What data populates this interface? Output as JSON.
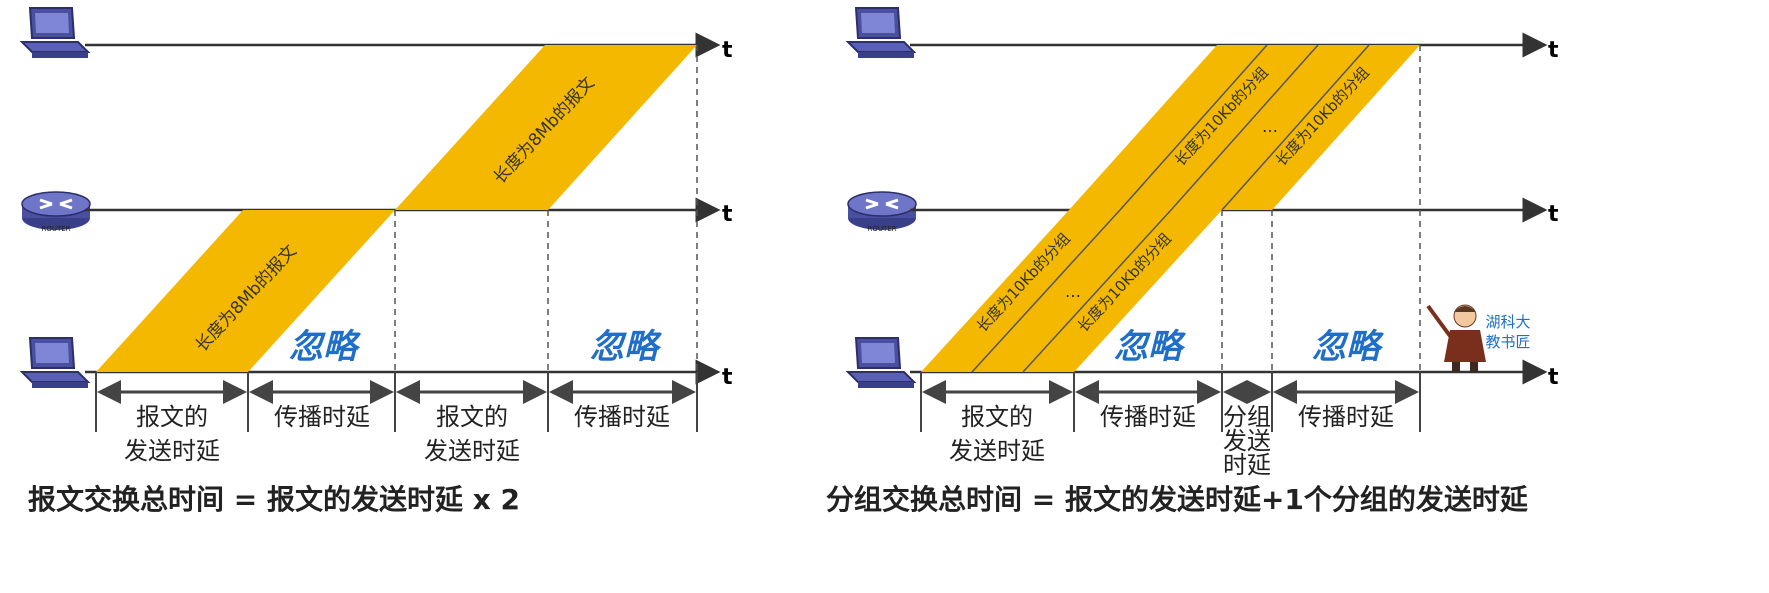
{
  "axis_label": "t",
  "left": {
    "band_label": "长度为8Mb的报文",
    "ignore_label": "忽略",
    "segments": [
      "报文的\n发送时延",
      "传播时延",
      "报文的\n发送时延",
      "传播时延"
    ],
    "formula": "报文交换总时间 = 报文的发送时延 x 2"
  },
  "right": {
    "packet_label": "长度为10Kb的分组",
    "ellipsis": "…",
    "ignore_label": "忽略",
    "segments": [
      "报文的\n发送时延",
      "传播时延",
      "分组\n发送\n时延",
      "传播时延"
    ],
    "formula": "分组交换总时间 = 报文的发送时延+1个分组的发送时延"
  },
  "mascot": {
    "line1": "湖科大",
    "line2": "教书匠"
  },
  "router_label": "ROUTER",
  "colors": {
    "band": "#f5b800",
    "accent": "#1f6fc9",
    "line": "#333333"
  },
  "icons": [
    "computer-icon",
    "router-icon",
    "computer-icon",
    "teacher-mascot-icon"
  ]
}
